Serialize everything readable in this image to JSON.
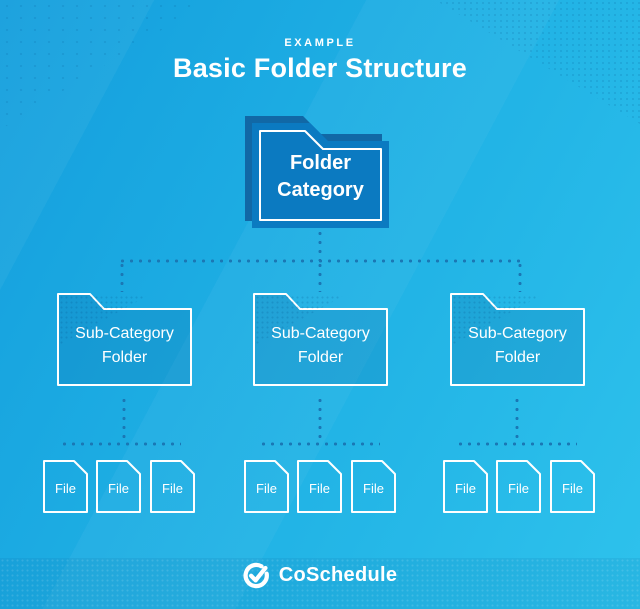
{
  "header": {
    "eyebrow": "EXAMPLE",
    "title": "Basic Folder Structure"
  },
  "diagram": {
    "root_folder": {
      "label": "Folder Category"
    },
    "groups": [
      {
        "folder": {
          "label": "Sub-Category Folder"
        },
        "files": [
          "File",
          "File",
          "File"
        ]
      },
      {
        "folder": {
          "label": "Sub-Category Folder"
        },
        "files": [
          "File",
          "File",
          "File"
        ]
      },
      {
        "folder": {
          "label": "Sub-Category Folder"
        },
        "files": [
          "File",
          "File",
          "File"
        ]
      }
    ]
  },
  "footer": {
    "brand": "CoSchedule"
  },
  "icons": {
    "brand_mark": "coschedule-check-circle-icon"
  },
  "colors": {
    "background_top": "#149edd",
    "background_bottom": "#2ec2ec",
    "root_folder_fill": "#0b7ac1",
    "root_folder_back": "#1168a6",
    "subfolder_fill_overlay": "rgba(10,100,160,0.2)",
    "connector_dot": "#1a78b5",
    "outline": "#ffffff",
    "text": "#ffffff"
  }
}
